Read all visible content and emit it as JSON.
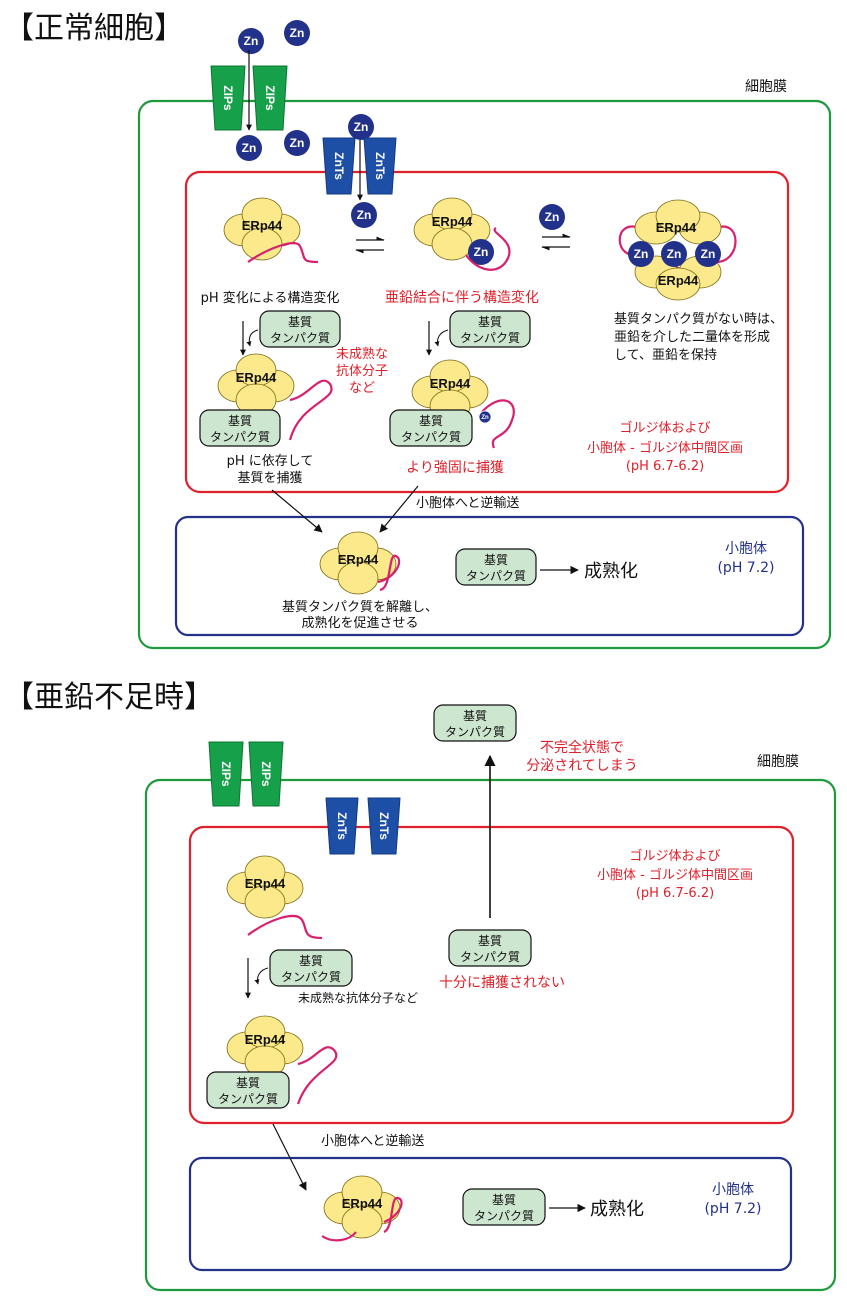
{
  "titles": {
    "normal": "【正常細胞】",
    "deficient": "【亜鉛不足時】"
  },
  "molecules": {
    "zn": "Zn",
    "zips": "ZIPs",
    "znts": "ZnTs",
    "erp44": "ERp44",
    "substrate_line1": "基質",
    "substrate_line2": "タンパク質",
    "maturation": "成熟化"
  },
  "compartments": {
    "membrane": "細胞膜",
    "golgi_line1": "ゴルジ体および",
    "golgi_line2": "小胞体 - ゴルジ体中間区画",
    "golgi_line3": "(pH 6.7-6.2)",
    "er_line1": "小胞体",
    "er_line2": "(pH 7.2)"
  },
  "normal": {
    "ph_change": "pH 変化による構造変化",
    "zn_binding": "亜鉛結合に伴う構造変化",
    "dimer_line1": "基質タンパク質がない時は、",
    "dimer_line2": "亜鉛を介した二量体を形成",
    "dimer_line3": "して、亜鉛を保持",
    "immature_line1": "未成熟な",
    "immature_line2": "抗体分子",
    "immature_line3": "など",
    "ph_capture_line1": "pH に依存して",
    "ph_capture_line2": "基質を捕獲",
    "strong_capture": "より強固に捕獲",
    "retro_transport": "小胞体へと逆輸送",
    "release_line1": "基質タンパク質を解離し、",
    "release_line2": "成熟化を促進させる"
  },
  "deficient": {
    "secreted_line1": "不完全状態で",
    "secreted_line2": "分泌されてしまう",
    "immature": "未成熟な抗体分子など",
    "not_captured": "十分に捕獲されない",
    "retro_transport": "小胞体へと逆輸送"
  },
  "colors": {
    "membrane": "#1e9a3c",
    "golgi": "#e0202a",
    "er": "#22318a",
    "zn": "#22318a",
    "zips": "#16a04a",
    "znts": "#1d4fa6",
    "erp44": "#fbe98b",
    "substrate": "#cde6cf",
    "tail": "#d8206f"
  }
}
